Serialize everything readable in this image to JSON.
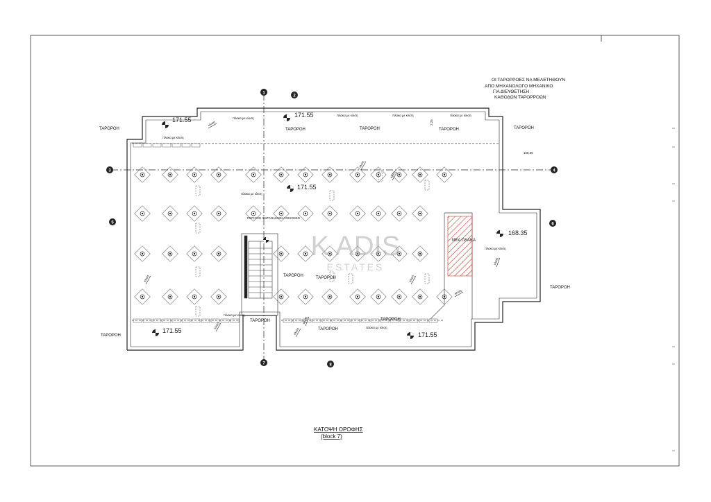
{
  "notes": {
    "line1": "ΟΙ ΤΑΡΟΡΡΟΕΣ ΝΑ ΜΕΛΕΤΗΘΟΥΝ",
    "line2": "ΑΠΟ ΜΗΧΑΝΟΛΟΓΟ ΜΗΧΑΝΙΚΟ",
    "line3": "ΓΙΑ ΔΙΕΥΘΕΤΗΣΗ",
    "line4": "ΚΑΘΟΔΩΝ ΤΑΡΟΡΡΟΩΝ"
  },
  "title": {
    "main": "ΚΑΤΟΨΗ ΟΡΟΦΗΣ",
    "sub": "(block 7)"
  },
  "watermark": {
    "brand": "K ADIS",
    "tagline": "ESTATES"
  },
  "elevations": {
    "top_left": "171.55",
    "top_center": "171.55",
    "center": "171.55",
    "bottom_left": "171.55",
    "bottom_right": "171.55",
    "right_wing": "168.35",
    "small_right": "168.55"
  },
  "labels": {
    "gutter": "ΤΑΡΟΡΟΗ",
    "slope": "πλακα με κλιση",
    "slope_arrow": "κλιση",
    "new_slab": "ΝΕΑ ΠΛΑΚΑ",
    "mech_zone": "ΠΕΡΙΟΧΗ ΦΩΤΑΝΑΙΚΩΝ ΑΞΙΚΙΣΕΩΝ",
    "dim_small": "2.25"
  },
  "grid_markers": [
    "1",
    "2",
    "3",
    "4",
    "5",
    "6",
    "7",
    "8"
  ]
}
